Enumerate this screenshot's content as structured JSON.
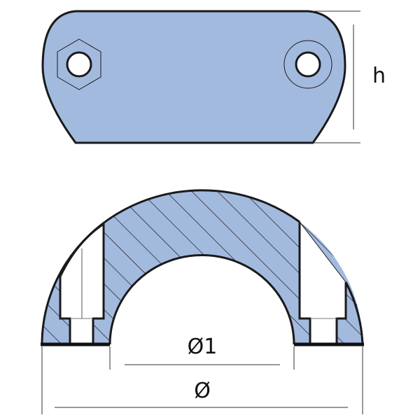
{
  "colors": {
    "fill": "#a3badf",
    "outline": "#1a1a1a",
    "hatch": "#1a1a1a"
  },
  "labels": {
    "height": "h",
    "inner_diameter": "Ø1",
    "outer_diameter": "Ø"
  },
  "features": {
    "left_hole": "hex-nut-recess",
    "right_hole": "round-counterbore"
  }
}
